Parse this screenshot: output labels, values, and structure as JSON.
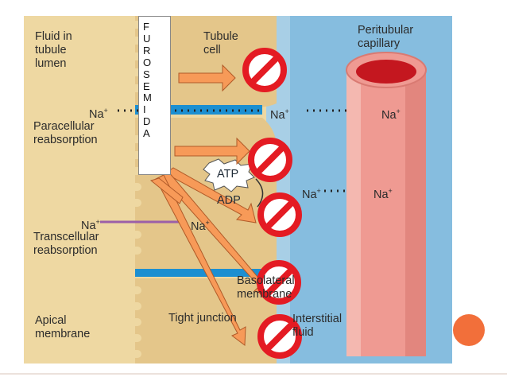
{
  "labels": {
    "fluid_in_tubule_lumen": [
      "Fluid in",
      "tubule",
      "lumen"
    ],
    "tubule_cell": [
      "Tubule",
      "cell"
    ],
    "peritubular_capillary": [
      "Peritubular",
      "capillary"
    ],
    "paracellular_reabsorption": [
      "Paracellular",
      "reabsorption"
    ],
    "transcellular_reabsorption": [
      "Transcellular",
      "reabsorption"
    ],
    "apical_membrane": [
      "Apical",
      "membrane"
    ],
    "tight_junction": "Tight junction",
    "interstitial_fluid": [
      "Interstitial",
      "fluid"
    ],
    "basolateral_membrane": [
      "Basolateral",
      "membrane"
    ],
    "atp": "ATP",
    "adp": "ADP",
    "na": "Na",
    "na_charge": "+"
  },
  "drug_label_letters": [
    "F",
    "U",
    "R",
    "O",
    "S",
    "E",
    "M",
    "I",
    "D",
    "A"
  ],
  "colors": {
    "lumen": "#f0dca6",
    "cell": "#e6c98e",
    "interstitial": "#7fb8dc",
    "capillary": "#ef9a92",
    "orange_arrow": "#f79a58",
    "no_sign": "#e41b23",
    "accent_dot": "#f26f3a",
    "membrane_stripe": "#1c8fd1",
    "transcellular_line": "#9b5fa8"
  },
  "icons": [
    "no-entry-sign-icon",
    "arrow-icon",
    "atp-starburst-icon"
  ]
}
